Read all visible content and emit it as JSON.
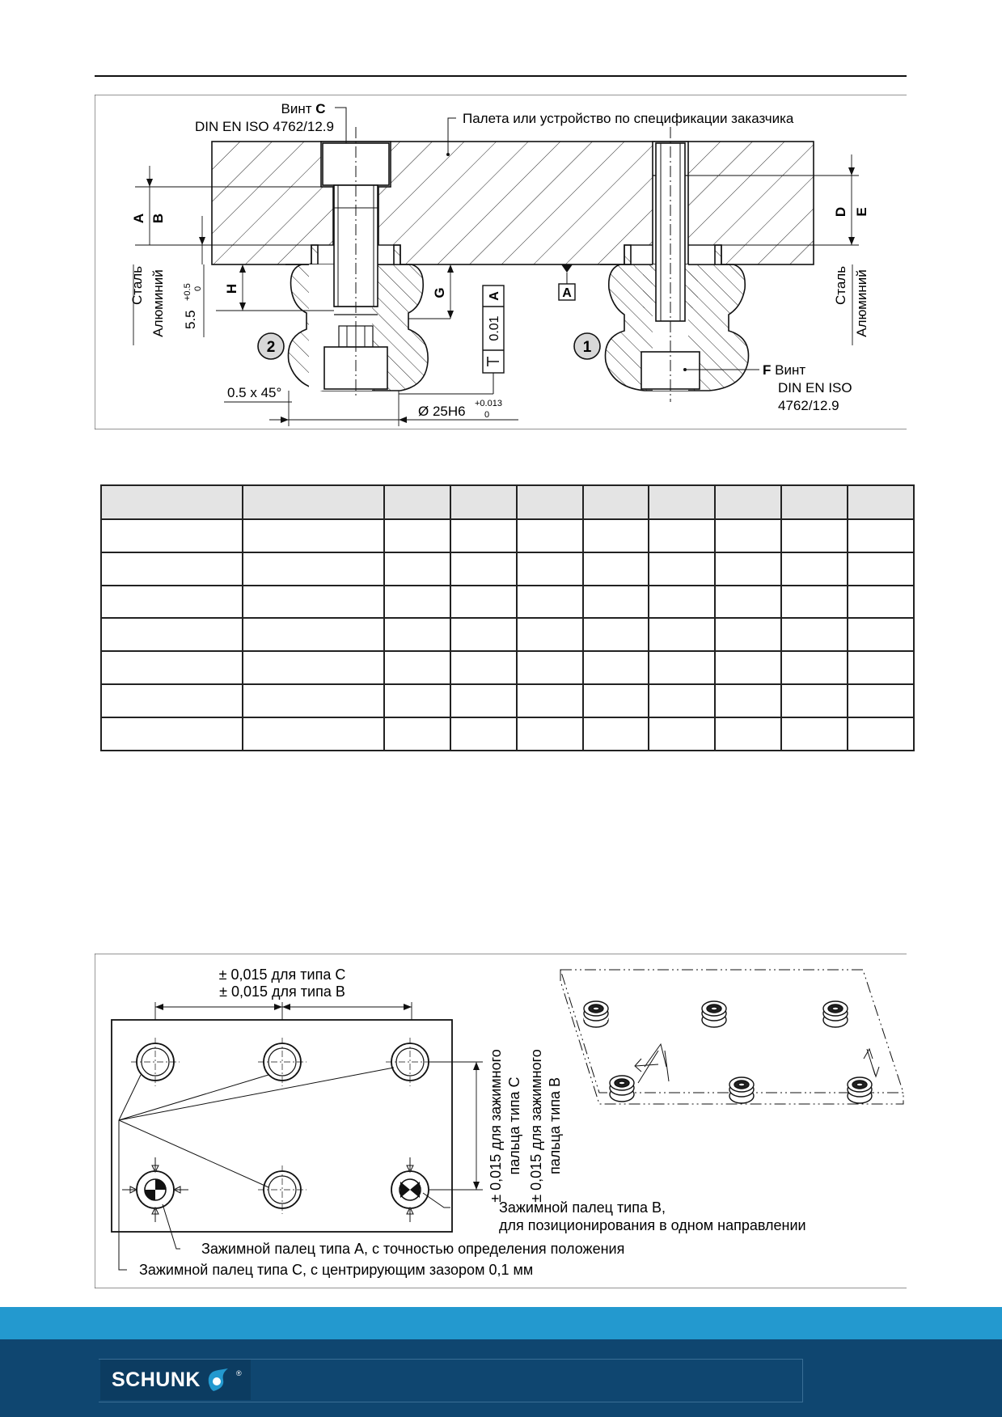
{
  "figure1": {
    "screw_c_label": "Винт",
    "screw_c_letter": "C",
    "screw_c_standard": "DIN EN ISO 4762/12.9",
    "pallet_label": "Палета или устройство по спецификации заказчика",
    "dim_a": "A",
    "dim_b": "B",
    "dim_d": "D",
    "dim_e": "E",
    "dim_h": "H",
    "dim_g": "G",
    "steel": "Сталь",
    "aluminium": "Алюминий",
    "depth_value": "5.5",
    "depth_tol_upper": "+0.5",
    "depth_tol_lower": "0",
    "chamfer": "0.5 x 45°",
    "diameter": "Ø 25H6",
    "dia_tol_upper": "+0.013",
    "dia_tol_lower": "0",
    "tolerance_value": "0.01",
    "tolerance_datum": "A",
    "datum_label": "A",
    "callout_1": "1",
    "callout_2": "2",
    "screw_f_letter": "F",
    "screw_f_label": "Винт",
    "screw_f_std1": "DIN EN ISO",
    "screw_f_std2": "4762/12.9"
  },
  "table": {
    "columns": 10,
    "rows": 7
  },
  "figure2": {
    "tol_type_c": "± 0,015 для типа C",
    "tol_type_b": "± 0,015 для типа B",
    "vert_line1": "± 0,015 для зажимного",
    "vert_line2": "пальца типа C",
    "vert_line3": "± 0,015 для зажимного",
    "vert_line4": "пальца типа B",
    "type_b_line1": "Зажимной палец типа B,",
    "type_b_line2": "для позиционирования в одном направлении",
    "type_a": "Зажимной палец типа A, с точностью определения положения",
    "type_c": "Зажимной палец типа C, с центрирующим зазором 0,1 мм"
  },
  "footer": {
    "brand": "SCHUNK",
    "registered": "®",
    "brand_color": "#2399cf",
    "footer_color": "#0f4670"
  }
}
